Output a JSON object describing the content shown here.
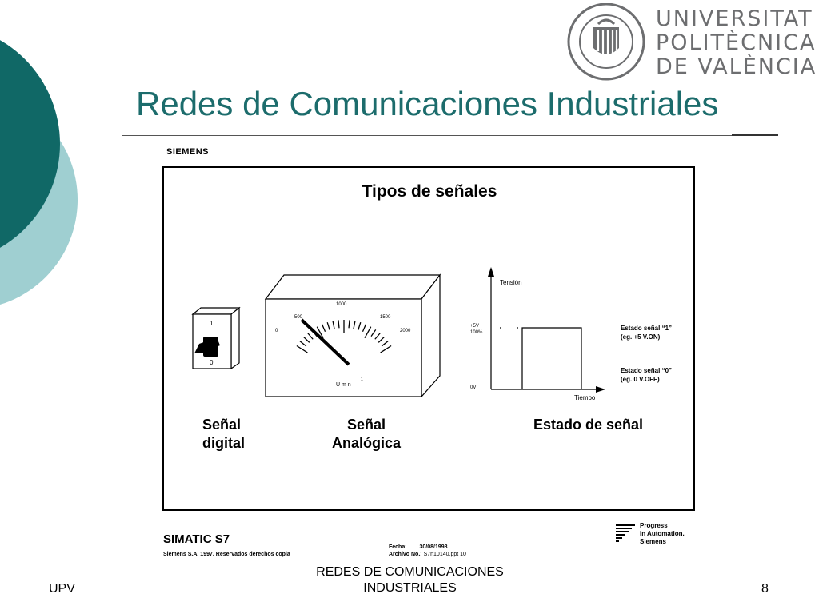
{
  "slide": {
    "title": "Redes de Comunicaciones Industriales",
    "footer": {
      "left": "UPV",
      "center_line1": "REDES DE COMUNICACIONES",
      "center_line2": "INDUSTRIALES",
      "page_number": "8"
    }
  },
  "logo": {
    "line1": "UNIVERSITAT",
    "line2": "POLITÈCNICA",
    "line3": "DE VALÈNCIA",
    "seal_icon": "upv-seal-icon"
  },
  "figure": {
    "brand": "SIEMENS",
    "heading": "Tipos de señales",
    "switch": {
      "label_on": "1",
      "label_off": "0"
    },
    "meter": {
      "ticks": [
        "0",
        "500",
        "1000",
        "1500",
        "2000"
      ],
      "unit": "U m n",
      "unit_suffix": "1"
    },
    "signal_plot": {
      "y_axis_label": "Tensión",
      "x_axis_label": "Tiempo",
      "level_high_1": "+5V",
      "level_high_2": "100%",
      "level_low": "0V",
      "state1_line1": "Estado señal “1”",
      "state1_line2": "(eg. +5 V.ON)",
      "state0_line1": "Estado señal “0”",
      "state0_line2": "(eg. 0 V.OFF)"
    },
    "captions": {
      "digital_line1": "Señal",
      "digital_line2": "digital",
      "analog_line1": "Señal",
      "analog_line2": "Analógica",
      "estado": "Estado de señal"
    },
    "bottom": {
      "product": "SIMATIC S7",
      "copyright": "Siemens S.A. 1997. Reservados derechos copia",
      "fecha_label": "Fecha:",
      "fecha_value": "30/08/1998",
      "archivo_label": "Archivo No.:",
      "archivo_value": "S7n10140.ppt 10",
      "progress_line1": "Progress",
      "progress_line2": "in Automation.",
      "progress_line3": "Siemens"
    }
  },
  "colors": {
    "title": "#1c6c6c",
    "deco_dark": "#106866",
    "deco_light": "#9fcfd1",
    "logo_gray": "#6d6e70"
  }
}
